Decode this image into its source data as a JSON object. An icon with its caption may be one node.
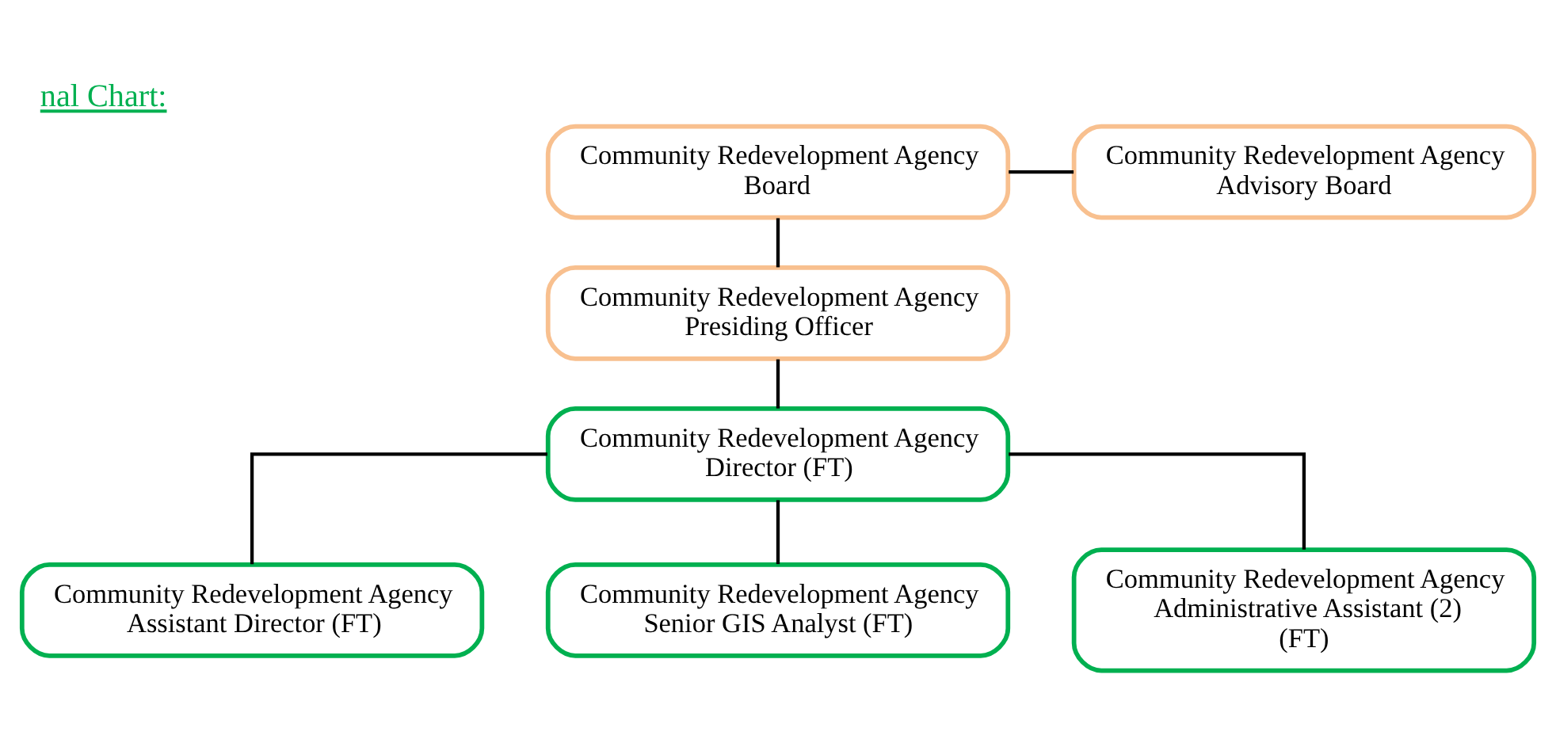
{
  "diagram": {
    "title": "nal Chart:",
    "nodes": [
      {
        "text": [
          "Community Redevelopment Agency Board"
        ]
      },
      {
        "text": [
          "Community Redevelopment Agency Advisory Board"
        ]
      },
      {
        "text": [
          "Community Redevelopment Agency Presiding Officer"
        ]
      },
      {
        "text": [
          "Community Redevelopment Agency Director (FT)"
        ]
      },
      {
        "text": [
          "Community Redevelopment Agency Assistant Director (FT)"
        ]
      },
      {
        "text": [
          "Community Redevelopment Agency Senior GIS Analyst (FT)"
        ]
      },
      {
        "text": [
          "Community Redevelopment Agency Administrative Assistant (2) (FT)"
        ]
      }
    ],
    "edges": [
      {
        "from": 0,
        "to": 1,
        "arrow": "none"
      },
      {
        "from": 0,
        "to": 2,
        "arrow": "none"
      },
      {
        "from": 2,
        "to": 3,
        "arrow": "none"
      },
      {
        "from": 3,
        "to": 4,
        "arrow": "none"
      },
      {
        "from": 3,
        "to": 5,
        "arrow": "none"
      },
      {
        "from": 3,
        "to": 6,
        "arrow": "none"
      }
    ]
  }
}
